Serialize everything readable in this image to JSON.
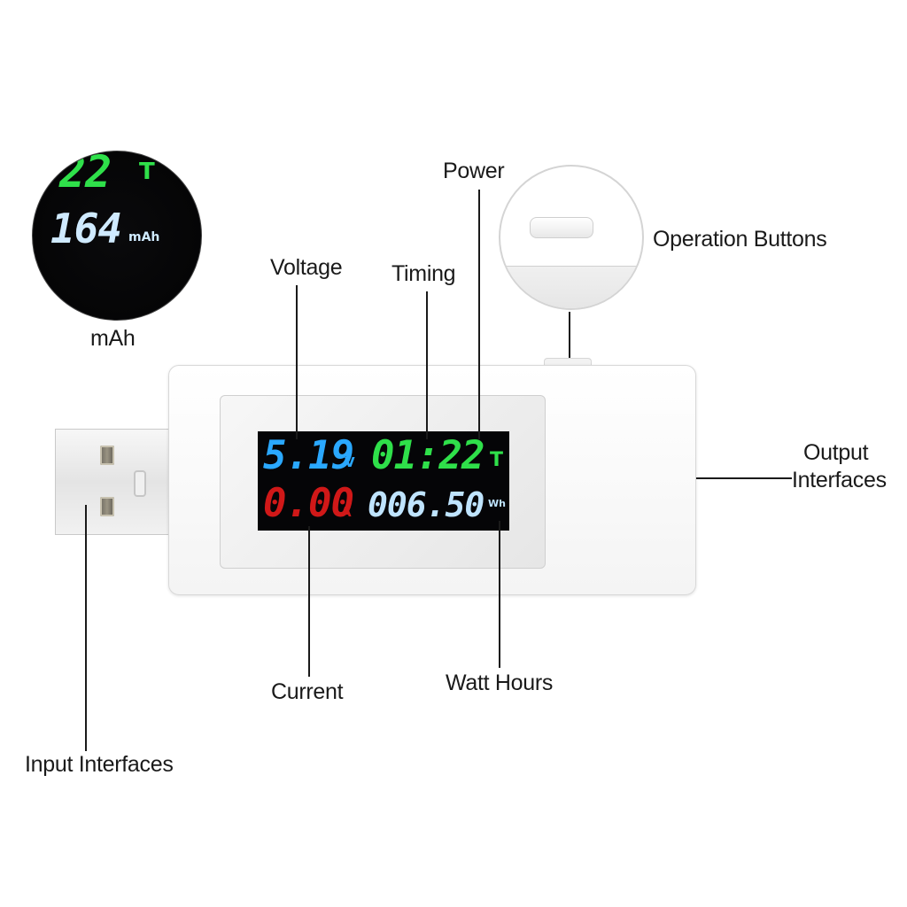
{
  "labels": {
    "power": "Power",
    "operation_buttons": "Operation Buttons",
    "voltage": "Voltage",
    "timing": "Timing",
    "mah": "mAh",
    "output_interfaces_line1": "Output",
    "output_interfaces_line2": "Interfaces",
    "current": "Current",
    "watt_hours": "Watt Hours",
    "input_interfaces": "Input Interfaces"
  },
  "screen": {
    "voltage_value": "5.19",
    "voltage_unit": "V",
    "timing_value": "01:22",
    "timing_unit": "T",
    "current_value": "0.00",
    "current_unit": "A",
    "watt_hours_value": "006.50",
    "watt_hours_unit": "Wh"
  },
  "zoom": {
    "partial_timing": "22",
    "partial_timing_unit": "T",
    "mah_value": "164",
    "mah_unit": "mAh"
  },
  "colors": {
    "voltage": "#2aa8ff",
    "timing": "#2fe04a",
    "current": "#d01818",
    "watt_hours": "#bfe4ff",
    "mah": "#cfeaff"
  }
}
